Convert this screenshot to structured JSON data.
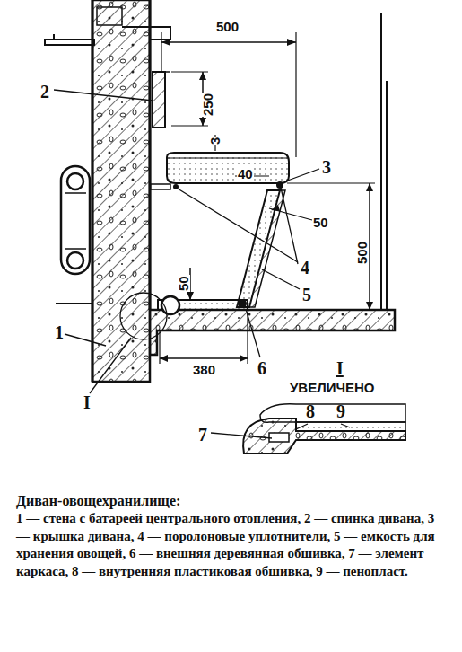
{
  "diagram": {
    "title": "Диван-овощехранилище:",
    "caption": "1 — стена с батареей центрального отопления, 2 — спинка дивана, 3 — крышка дивана, 4 — поролоновые уплотнители, 5 — емкость для хранения овощей, 6 — внешняя деревянная обшивка, 7 — элемент каркаса, 8 — внутренняя пластиковая обшивка, 9 — пенопласт.",
    "labels": [
      "500",
      "2",
      "250",
      "40",
      "3",
      "3",
      "50",
      "4",
      "500",
      "5",
      "50",
      "1",
      "380",
      "6",
      "I",
      "I",
      "УВЕЛИЧЕНО",
      "7",
      "8",
      "9"
    ]
  }
}
